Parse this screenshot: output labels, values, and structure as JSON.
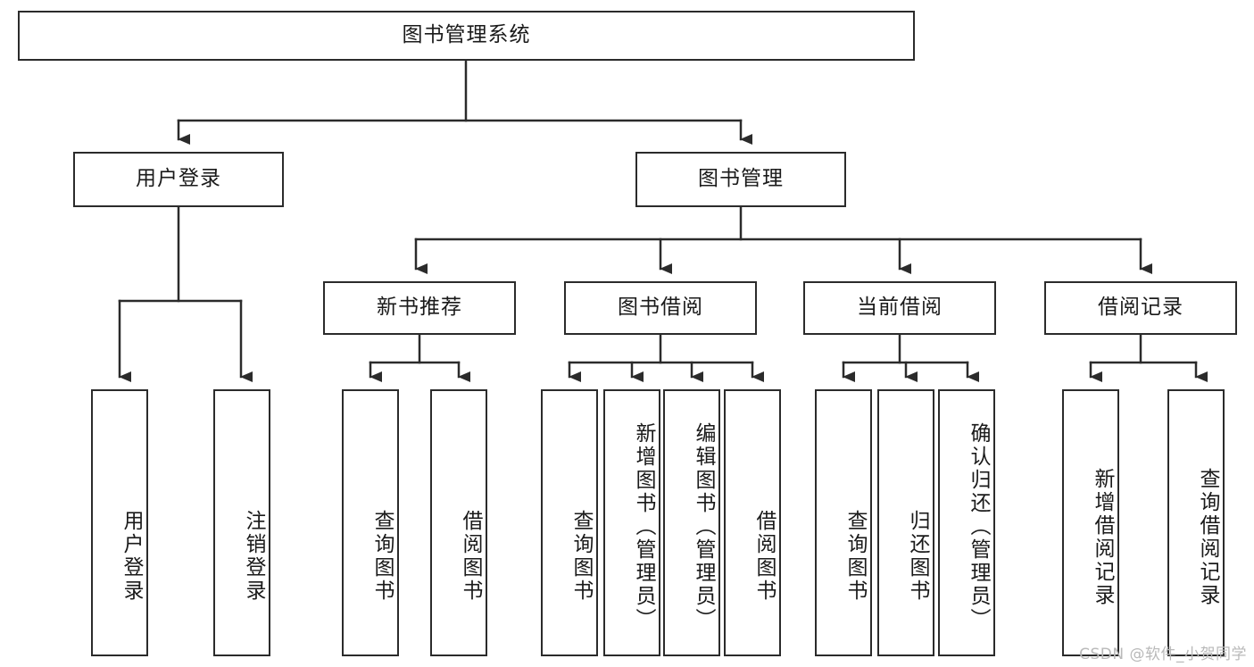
{
  "diagram": {
    "type": "hierarchy-tree",
    "title": "图书管理系统",
    "levels": 4,
    "root": {
      "label": "图书管理系统",
      "name": "node-root-library-management-system"
    },
    "level2": [
      {
        "label": "用户登录",
        "name": "node-user-login"
      },
      {
        "label": "图书管理",
        "name": "node-book-management"
      }
    ],
    "level3": [
      {
        "label": "新书推荐",
        "name": "node-new-book-recommendation"
      },
      {
        "label": "图书借阅",
        "name": "node-book-borrowing"
      },
      {
        "label": "当前借阅",
        "name": "node-current-borrowing"
      },
      {
        "label": "借阅记录",
        "name": "node-borrowing-record"
      }
    ],
    "leaves": {
      "user_login": [
        {
          "label": "用户登录",
          "name": "leaf-user-login"
        },
        {
          "label": "注销登录",
          "name": "leaf-logout"
        }
      ],
      "new_book_recommendation": [
        {
          "label": "查询图书",
          "name": "leaf-query-book-recommend"
        },
        {
          "label": "借阅图书",
          "name": "leaf-borrow-book-recommend"
        }
      ],
      "book_borrowing": [
        {
          "label": "查询图书",
          "name": "leaf-query-book-borrow"
        },
        {
          "label": "新增图书（管理员）",
          "name": "leaf-add-book-admin"
        },
        {
          "label": "编辑图书（管理员）",
          "name": "leaf-edit-book-admin"
        },
        {
          "label": "借阅图书",
          "name": "leaf-borrow-book"
        }
      ],
      "current_borrowing": [
        {
          "label": "查询图书",
          "name": "leaf-query-book-current"
        },
        {
          "label": "归还图书",
          "name": "leaf-return-book"
        },
        {
          "label": "确认归还（管理员）",
          "name": "leaf-confirm-return-admin"
        }
      ],
      "borrowing_record": [
        {
          "label": "新增借阅记录",
          "name": "leaf-add-borrow-record"
        },
        {
          "label": "查询借阅记录",
          "name": "leaf-query-borrow-record"
        }
      ]
    },
    "colors": {
      "box_border": "#2b2b2b",
      "box_fill": "#ffffff",
      "connector": "#2b2b2b",
      "text": "#1a1a1a",
      "watermark": "#b9b9b9"
    }
  },
  "watermark": {
    "text": "CSDN @软件_小贺同学"
  }
}
